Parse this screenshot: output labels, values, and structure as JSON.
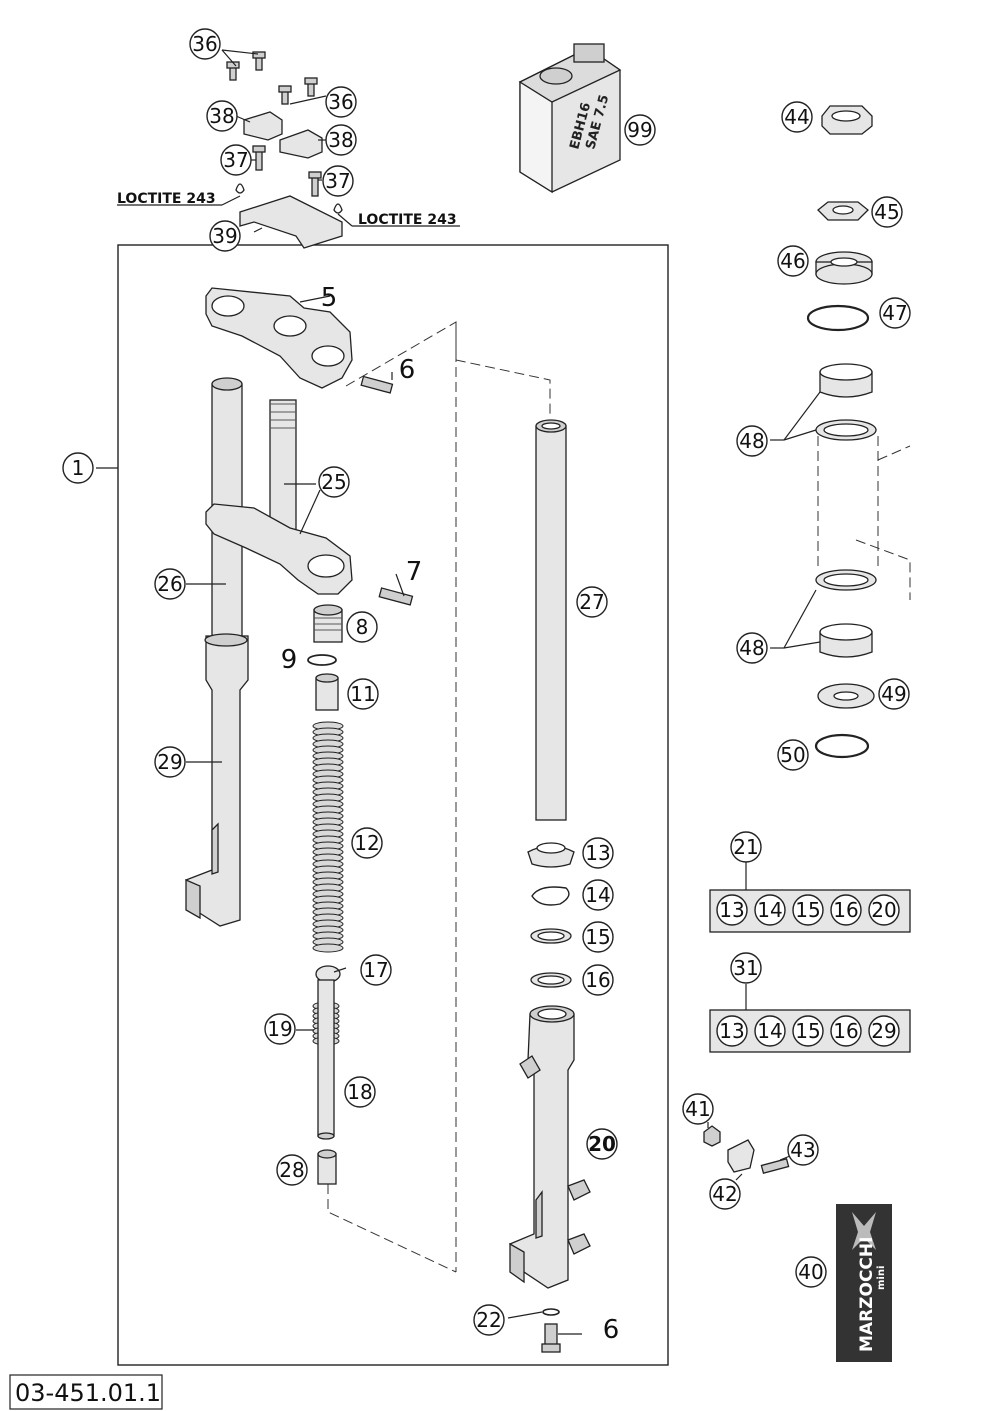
{
  "diagram": {
    "drawing_code": "03-451.01.1",
    "loctite_labels": [
      "LOCTITE 243",
      "LOCTITE 243"
    ],
    "oil_can_label": [
      "EBH16",
      "SAE 7.5"
    ],
    "brand_logo": [
      "MARZOCCHI",
      "mini"
    ],
    "kit_21": {
      "number": "21",
      "contents": [
        "13",
        "14",
        "15",
        "16",
        "20"
      ]
    },
    "kit_31": {
      "number": "31",
      "contents": [
        "13",
        "14",
        "15",
        "16",
        "29"
      ]
    },
    "callouts": [
      {
        "id": "c36a",
        "label": "36"
      },
      {
        "id": "c36b",
        "label": "36"
      },
      {
        "id": "c38a",
        "label": "38"
      },
      {
        "id": "c38b",
        "label": "38"
      },
      {
        "id": "c37a",
        "label": "37"
      },
      {
        "id": "c37b",
        "label": "37"
      },
      {
        "id": "c39",
        "label": "39"
      },
      {
        "id": "c99",
        "label": "99"
      },
      {
        "id": "c44",
        "label": "44"
      },
      {
        "id": "c45",
        "label": "45"
      },
      {
        "id": "c46",
        "label": "46"
      },
      {
        "id": "c47",
        "label": "47"
      },
      {
        "id": "c48a",
        "label": "48"
      },
      {
        "id": "c48b",
        "label": "48"
      },
      {
        "id": "c49",
        "label": "49"
      },
      {
        "id": "c50",
        "label": "50"
      },
      {
        "id": "c1",
        "label": "1"
      },
      {
        "id": "c5",
        "label": "5"
      },
      {
        "id": "c6a",
        "label": "6"
      },
      {
        "id": "c25",
        "label": "25"
      },
      {
        "id": "c7",
        "label": "7"
      },
      {
        "id": "c26",
        "label": "26"
      },
      {
        "id": "c8",
        "label": "8"
      },
      {
        "id": "c9",
        "label": "9"
      },
      {
        "id": "c11",
        "label": "11"
      },
      {
        "id": "c29",
        "label": "29"
      },
      {
        "id": "c12",
        "label": "12"
      },
      {
        "id": "c27",
        "label": "27"
      },
      {
        "id": "c13",
        "label": "13"
      },
      {
        "id": "c14",
        "label": "14"
      },
      {
        "id": "c15",
        "label": "15"
      },
      {
        "id": "c16",
        "label": "16"
      },
      {
        "id": "c17",
        "label": "17"
      },
      {
        "id": "c19",
        "label": "19"
      },
      {
        "id": "c18",
        "label": "18"
      },
      {
        "id": "c20",
        "label": "20"
      },
      {
        "id": "c28",
        "label": "28"
      },
      {
        "id": "c22",
        "label": "22"
      },
      {
        "id": "c6b",
        "label": "6"
      },
      {
        "id": "c41",
        "label": "41"
      },
      {
        "id": "c43",
        "label": "43"
      },
      {
        "id": "c42",
        "label": "42"
      },
      {
        "id": "c40",
        "label": "40"
      }
    ]
  }
}
